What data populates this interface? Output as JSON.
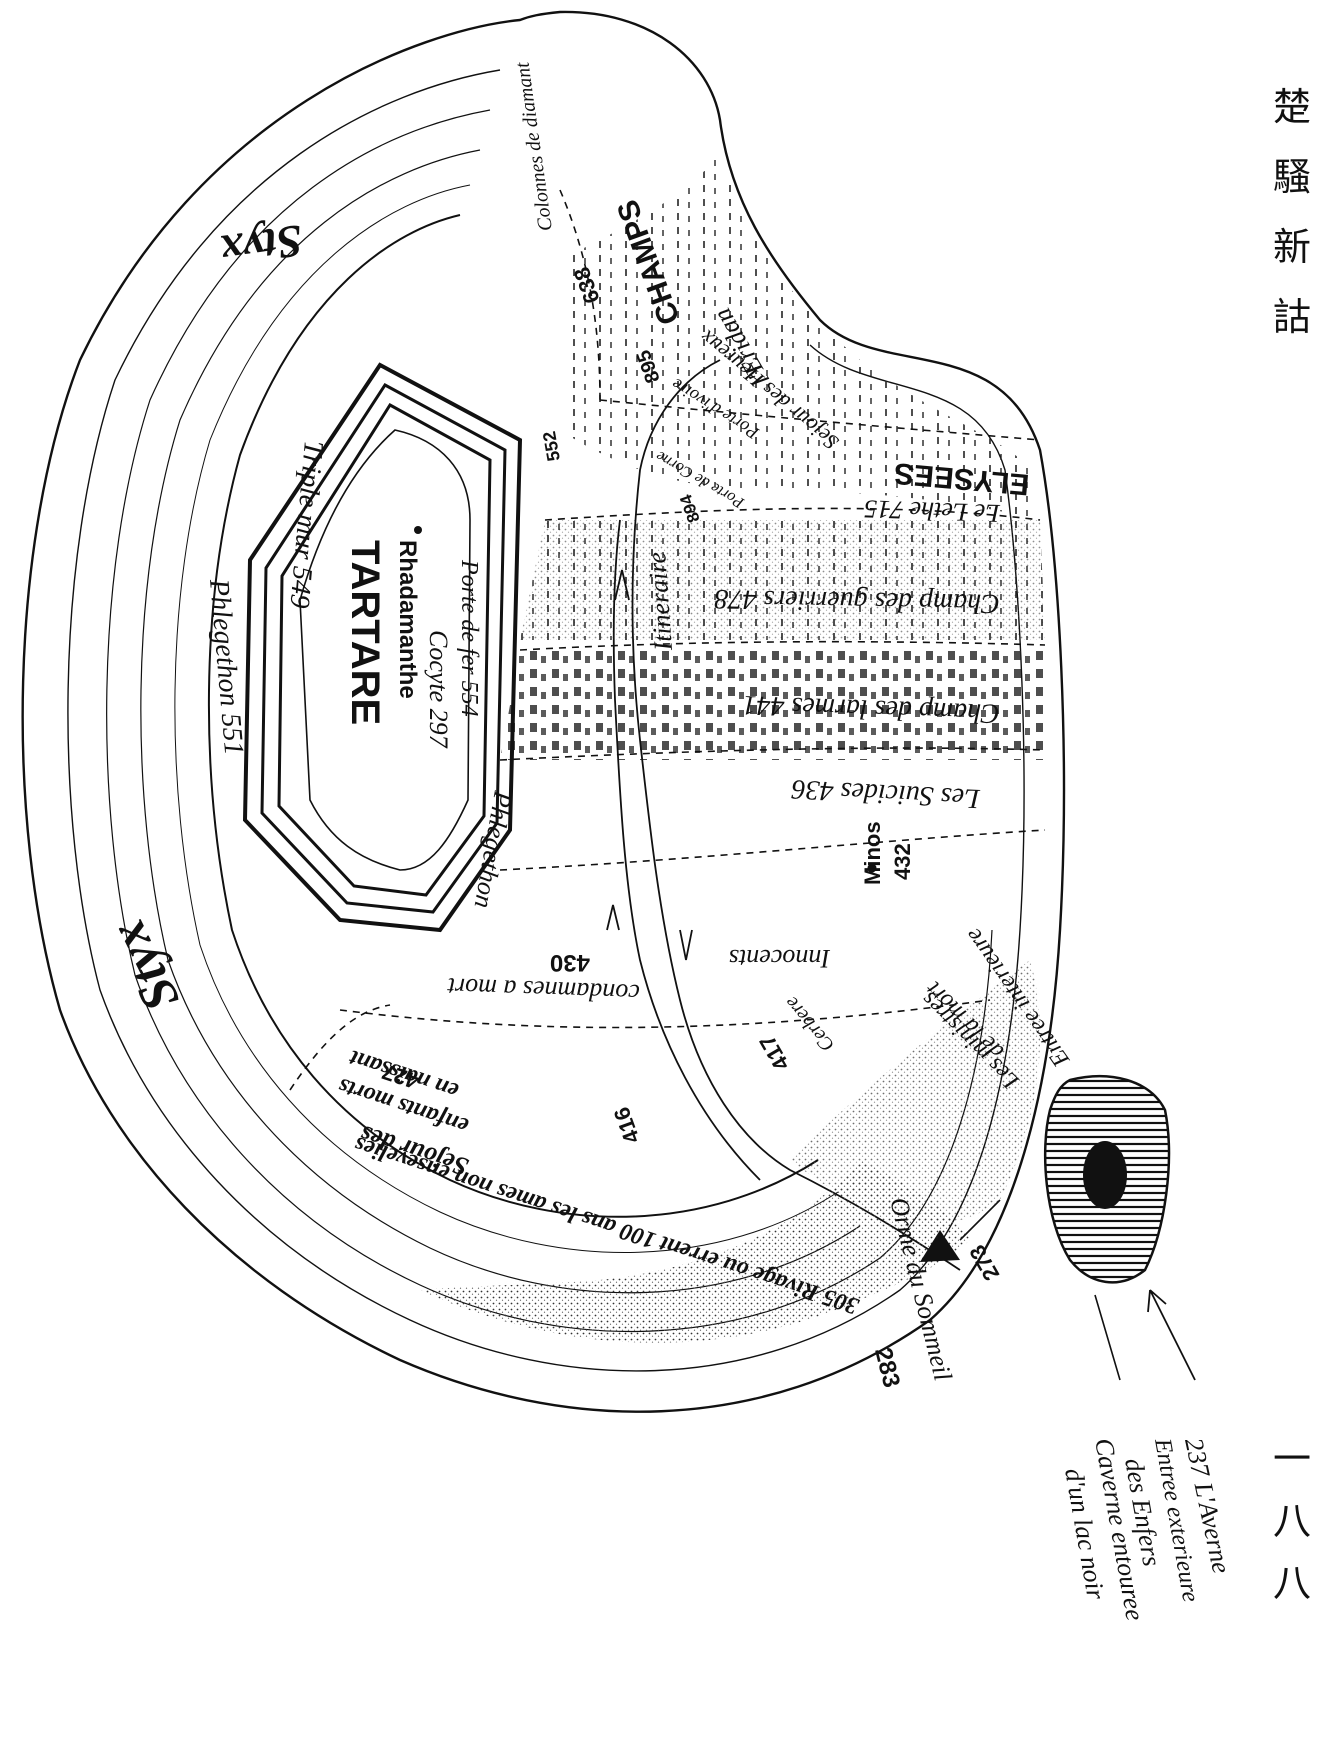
{
  "margin": {
    "book_title": [
      "楚",
      "騷",
      "新",
      "詁"
    ],
    "page_number": [
      "一",
      "八",
      "八"
    ]
  },
  "map": {
    "labels": {
      "styx_top": "Styx",
      "styx_bottom": "Styx",
      "champs": "CHAMPS",
      "champs_num": "638",
      "elysees": "ELYSEES",
      "eridan": "l'Eridan",
      "sejour_heureux": "Sejour des Heureux",
      "porte_ivoire": "Porte d'ivoire",
      "porte_num": "895",
      "corne": "Porte de Corne",
      "corne_num": "894",
      "colonnes": "Colonnes de diamant",
      "num_552": "552",
      "lethe": "Le Lethe 715",
      "champ_guerriers": "Champ des guerriers 478",
      "champ_larmes": "Champ des larmes 441",
      "suicides": "Les Suicides 436",
      "itineraire": "Itineraire",
      "minos": "Minos",
      "num_432": "432",
      "innocents": "Innocents",
      "condamnes": "condamnes a mort",
      "num_430": "430",
      "sejour_enfants_1": "Sejour des",
      "sejour_enfants_2": "enfants morts",
      "sejour_enfants_3": "en naissant",
      "num_427": "427",
      "cerbere": "Cerbere",
      "num_417": "417",
      "num_416": "416",
      "tartare": "TARTARE",
      "rhadamanthe": "Rhadamanthe",
      "cocyte": "Cocyte 297",
      "porte_fer": "Porte de fer 554",
      "triple_mur": "Triple mur 549",
      "phlegethon_left": "Phlegethon 551",
      "phlegethon_inner": "Phlegethon",
      "ministres_1": "Les ministres",
      "ministres_2": "de la mort",
      "entree_interieure": "Entree interieure",
      "num_273": "273",
      "rivage": "305 Rivage ou errent 100 ans les ames non ensevelies",
      "orme": "Orme du Sommeil",
      "num_283": "283",
      "averne": "237 L'Averne",
      "entree_exterieure_1": "Entree exterieure",
      "entree_exterieure_2": "des Enfers",
      "caverne_1": "Caverne entouree",
      "caverne_2": "d'un lac noir"
    }
  }
}
